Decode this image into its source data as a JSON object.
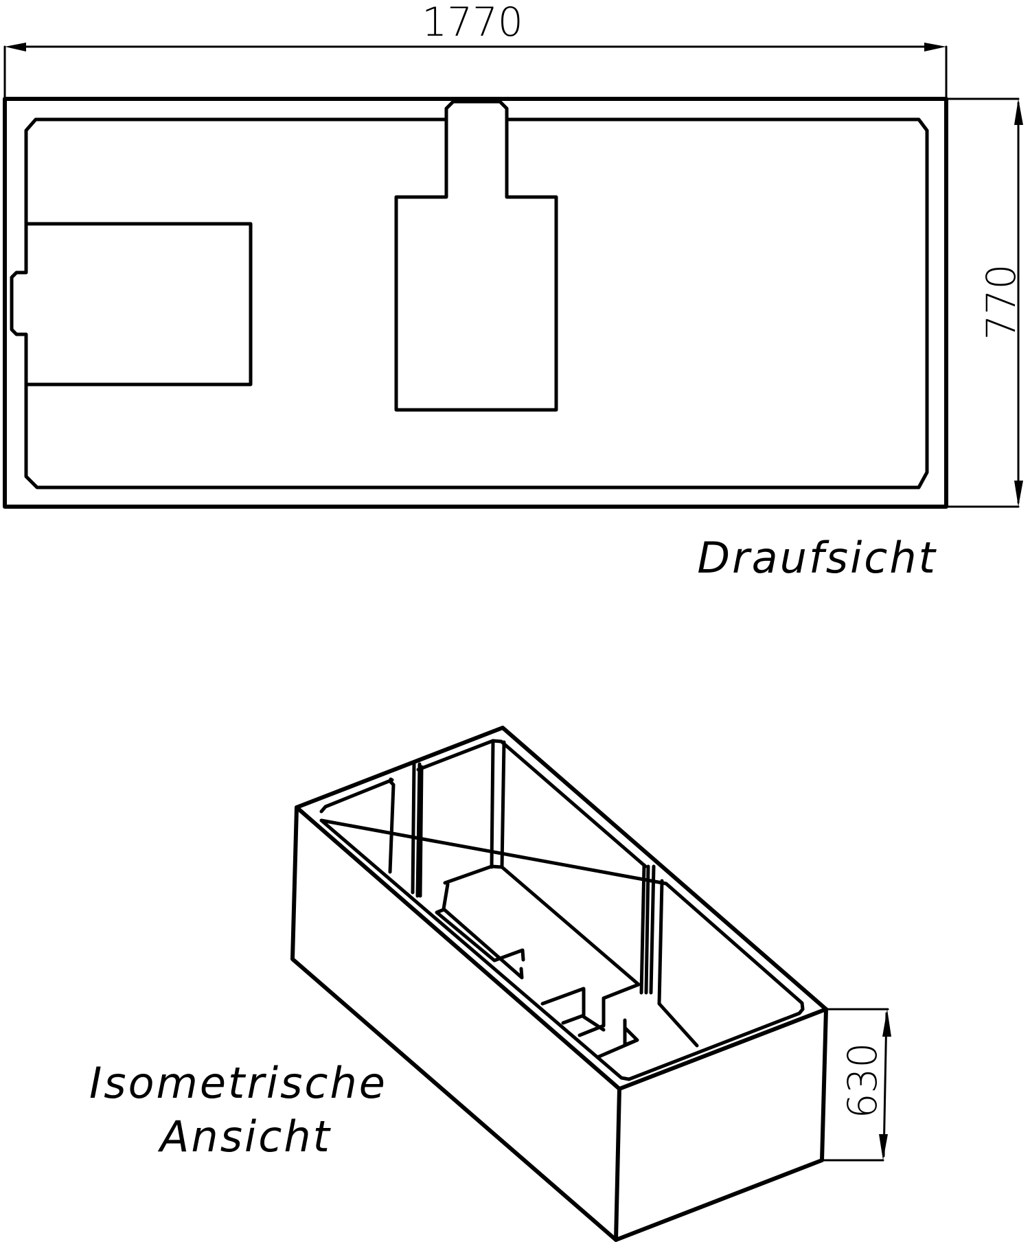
{
  "top_view": {
    "title": "Draufsicht",
    "dimensions": {
      "length": "1770",
      "width": "770"
    }
  },
  "iso_view": {
    "title_line1": "Isometrische",
    "title_line2": "Ansicht",
    "dimensions": {
      "height": "630"
    }
  },
  "colors": {
    "line": "#000000",
    "background": "#ffffff"
  }
}
